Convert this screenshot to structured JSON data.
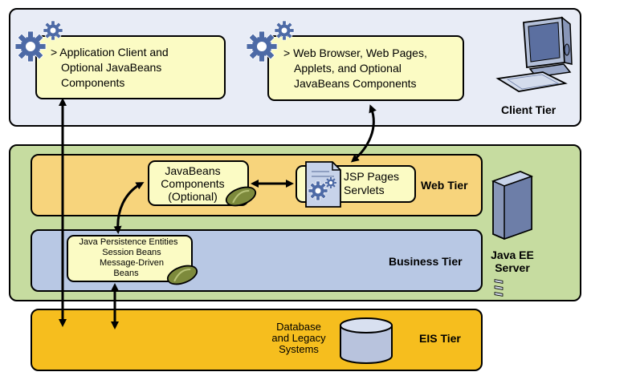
{
  "client_tier": {
    "label": "Client Tier",
    "app_client_box": {
      "lines": [
        "> Application Client and",
        "Optional JavaBeans",
        "Components"
      ]
    },
    "browser_box": {
      "lines": [
        "> Web Browser, Web Pages,",
        "Applets, and Optional",
        "JavaBeans Components"
      ]
    }
  },
  "server": {
    "label_lines": [
      "Java EE",
      "Server"
    ],
    "web_tier": {
      "label": "Web Tier",
      "javabeans_box": {
        "lines": [
          "JavaBeans",
          "Components",
          "(Optional)"
        ]
      },
      "jsp_box": {
        "lines": [
          "JSP Pages",
          "Servlets"
        ]
      }
    },
    "business_tier": {
      "label": "Business Tier",
      "ejb_box": {
        "lines": [
          "Java Persistence Entities",
          "Session Beans",
          "Message-Driven",
          "Beans"
        ]
      }
    }
  },
  "eis_tier": {
    "label": "EIS Tier",
    "database_lines": [
      "Database",
      "and Legacy",
      "Systems"
    ]
  },
  "colors": {
    "client_bg": "#e8ecf6",
    "server_bg": "#c6dca0",
    "web_bg": "#f7d47c",
    "business_bg": "#b8c8e4",
    "eis_bg": "#f6be1e",
    "box_bg": "#fbfbc4",
    "gear": "#4d6aa6",
    "bean": "#7d8a3c"
  }
}
